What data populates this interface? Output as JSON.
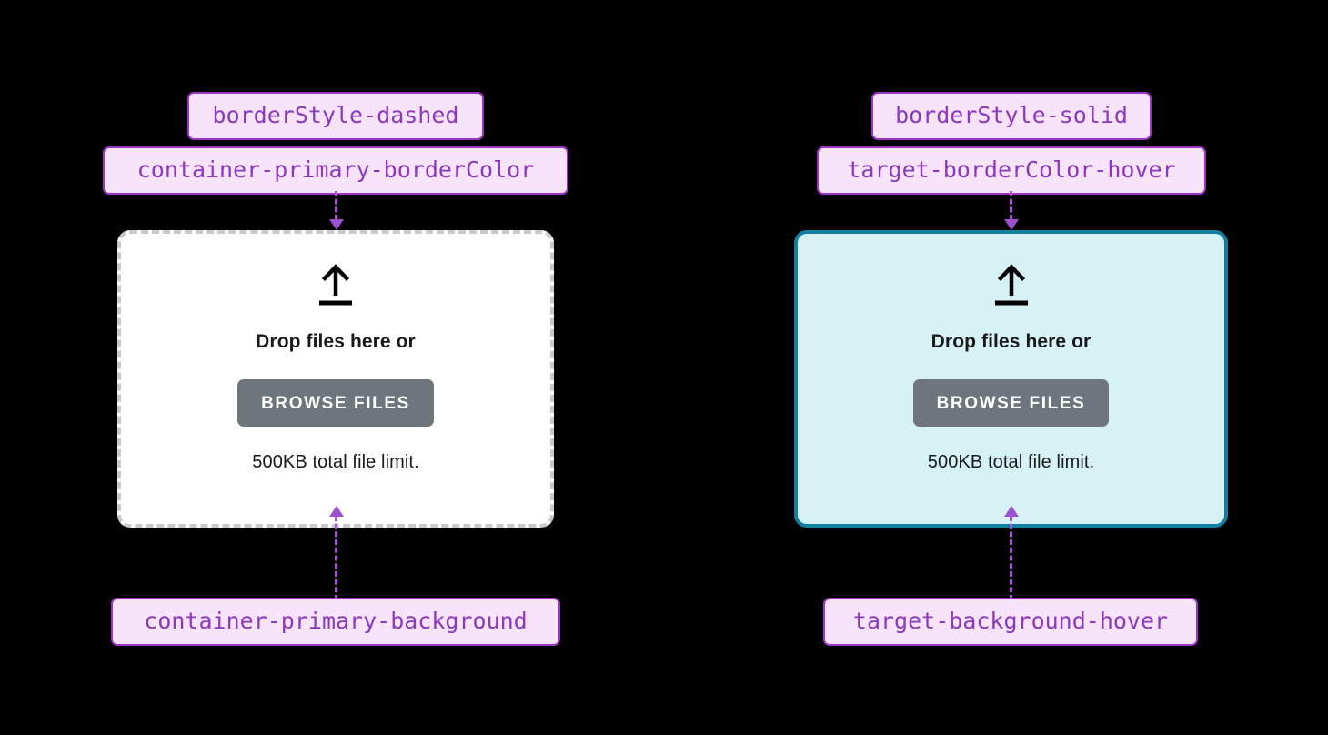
{
  "diagram": {
    "title": "File upload drop zone design tokens",
    "background": "#000000",
    "accent_token_color": "#8b38bf",
    "accent_token_background": "#f7e4fb",
    "accent_token_border": "#9b36c4",
    "connector_color": "#9b51d0"
  },
  "panels": [
    {
      "id": "primary",
      "top_labels": [
        {
          "name": "borderStyle-dashed",
          "text": "borderStyle-dashed"
        },
        {
          "name": "container-primary-borderColor",
          "text": "container-primary-borderColor"
        }
      ],
      "bottom_label": {
        "name": "container-primary-background",
        "text": "container-primary-background"
      },
      "card": {
        "icon": "upload-icon",
        "title": "Drop files here or",
        "button_label": "BROWSE FILES",
        "limit_text": "500KB total file limit.",
        "background_color": "#ffffff",
        "border_color": "#c9c9c9",
        "border_style": "dashed"
      }
    },
    {
      "id": "hover",
      "top_labels": [
        {
          "name": "borderStyle-solid",
          "text": "borderStyle-solid"
        },
        {
          "name": "target-borderColor-hover",
          "text": "target-borderColor-hover"
        }
      ],
      "bottom_label": {
        "name": "target-background-hover",
        "text": "target-background-hover"
      },
      "card": {
        "icon": "upload-icon",
        "title": "Drop files here or",
        "button_label": "BROWSE FILES",
        "limit_text": "500KB total file limit.",
        "background_color": "#d7f2f4",
        "border_color": "#1280a0",
        "border_style": "solid"
      }
    }
  ]
}
